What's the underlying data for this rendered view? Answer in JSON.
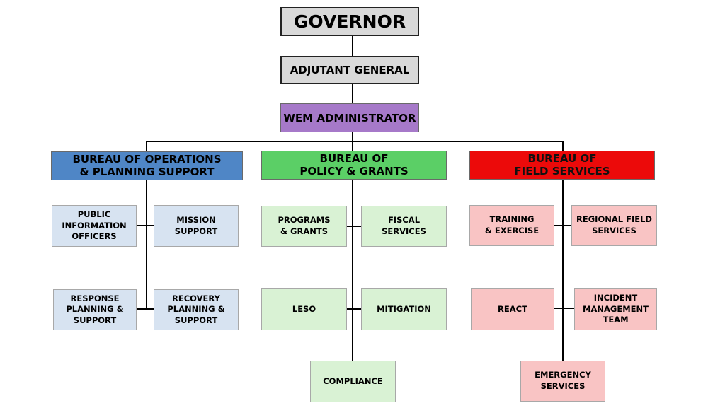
{
  "colors": {
    "top": "#d9d9d9",
    "administrator": "#a679c9",
    "operations": "#4f86c6",
    "policy": "#5bcf66",
    "field": "#ec0a0a",
    "field_text": "#111111"
  },
  "top": {
    "governor": "GOVERNOR",
    "adjutant_general": "ADJUTANT GENERAL",
    "administrator": "WEM ADMINISTRATOR"
  },
  "bureaus": {
    "operations": {
      "title": "BUREAU OF OPERATIONS\n& PLANNING SUPPORT",
      "units": {
        "public_information": "PUBLIC\nINFORMATION\nOFFICERS",
        "mission_support": "MISSION\nSUPPORT",
        "response_planning": "RESPONSE\nPLANNING &\nSUPPORT",
        "recovery_planning": "RECOVERY\nPLANNING &\nSUPPORT"
      }
    },
    "policy": {
      "title": "BUREAU OF\nPOLICY & GRANTS",
      "units": {
        "programs_grants": "PROGRAMS\n& GRANTS",
        "fiscal_services": "FISCAL\nSERVICES",
        "leso": "LESO",
        "mitigation": "MITIGATION",
        "compliance": "COMPLIANCE"
      }
    },
    "field": {
      "title": "BUREAU OF\nFIELD SERVICES",
      "units": {
        "training_exercise": "TRAINING\n& EXERCISE",
        "regional_field": "REGIONAL FIELD\nSERVICES",
        "react": "REACT",
        "incident_management": "INCIDENT\nMANAGEMENT\nTEAM",
        "emergency_services": "EMERGENCY\nSERVICES"
      }
    }
  }
}
